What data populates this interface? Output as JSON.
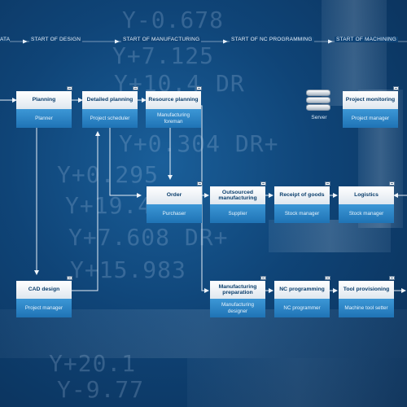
{
  "timeline": {
    "stages": [
      "ATA",
      "START OF DESIGN",
      "START OF MANUFACTURING",
      "START OF NC PROGRAMMING",
      "START OF MACHINING"
    ]
  },
  "background_numbers": [
    "Y-0.678",
    "Y+7.125",
    "Y+10.4 DR",
    "Y+0.304 DR+",
    "Y+0.295",
    "Y+19.4",
    "Y+7.608 DR+",
    "Y+15.983",
    "Y+20.1",
    "Y-9.77"
  ],
  "nodes": {
    "planning": {
      "title": "Planning",
      "role": "Planner"
    },
    "detailed_planning": {
      "title": "Detailed planning",
      "role": "Project scheduler"
    },
    "resource_planning": {
      "title": "Resource planning",
      "role": "Manufacturing foreman"
    },
    "project_monitoring": {
      "title": "Project monitoring",
      "role": "Project manager"
    },
    "order": {
      "title": "Order",
      "role": "Purchaser"
    },
    "outsourced_manufacturing": {
      "title": "Outsourced manufacturing",
      "role": "Supplier"
    },
    "receipt_of_goods": {
      "title": "Receipt of goods",
      "role": "Stock manager"
    },
    "logistics": {
      "title": "Logistics",
      "role": "Stock manager"
    },
    "cad_design": {
      "title": "CAD design",
      "role": "Project manager"
    },
    "manufacturing_preparation": {
      "title": "Manufacturing preparation",
      "role": "Manufacturing designer"
    },
    "nc_programming": {
      "title": "NC programming",
      "role": "NC programmer"
    },
    "tool_provisioning": {
      "title": "Tool provisioning",
      "role": "Machine tool setter"
    }
  },
  "server": {
    "label": "Server",
    "icon": "database-server-icon"
  },
  "colors": {
    "background": "#0f4477",
    "node_header": "#ffffff",
    "node_footer": "#2a86c9",
    "connector": "#e6eef6"
  }
}
